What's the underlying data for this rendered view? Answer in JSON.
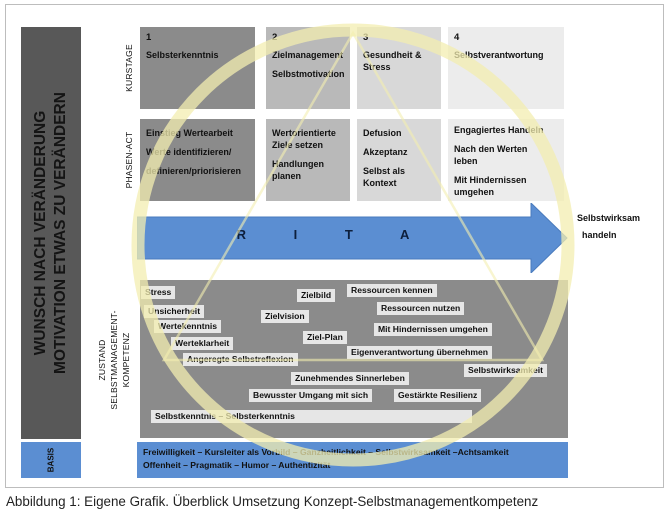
{
  "left_panel": {
    "line1": "WUNSCH NACH VERÄNDERUNG",
    "line2": "MOTIVATION ETWAS ZU VERÄNDERN"
  },
  "basis_label": "BASIS",
  "row_labels": {
    "kurstage": "KURSTAGE",
    "phasen": "PHASEN-ACT",
    "zustand_line1": "ZUSTAND",
    "zustand_line2": "SELBSTMANAGEMENT-",
    "zustand_line3": "KOMPETENZ"
  },
  "kurstage": [
    {
      "num": "1",
      "title": "Selbsterkenntnis"
    },
    {
      "num": "2",
      "title": "Zielmanagement",
      "title2": "Selbstmotivation"
    },
    {
      "num": "3",
      "title": "Gesundheit &",
      "title2": "Stress"
    },
    {
      "num": "4",
      "title": "Selbstverantwortung"
    }
  ],
  "phasen": [
    [
      "Einstieg Wertearbeit",
      "Werte identifizieren/",
      "definieren/priorisieren"
    ],
    [
      "Wertorientierte",
      "Ziele setzen",
      "Handlungen",
      "planen"
    ],
    [
      "Defusion",
      "Akzeptanz",
      "Selbst als",
      "Kontext"
    ],
    [
      "Engagiertes Handeln",
      "Nach den Werten",
      "leben",
      "Mit Hindernissen",
      "umgehen"
    ]
  ],
  "arrow_text": "R I T A",
  "outcome": {
    "line1": "Selbstwirksam",
    "line2": "handeln"
  },
  "zustand_tags": [
    "Stress",
    "Unsicherheit",
    "Wertekenntnis",
    "Werteklarheit",
    "Angeregte Selbstreflexion",
    "Zielbild",
    "Zielvision",
    "Ziel-Plan",
    "Ressourcen kennen",
    "Ressourcen nutzen",
    "Mit Hindernissen umgehen",
    "Eigenverantwortung übernehmen",
    "Zunehmendes Sinnerleben",
    "Selbstwirksamkeit",
    "Bewusster Umgang mit sich",
    "Gestärkte Resilienz",
    "Selbstkenntnis – Selbsterkenntnis"
  ],
  "basis": {
    "line1": "Freiwilligkeit – Kursleiter als Vorbild – Ganzheitlichkeit – Selbstwirksamkeit –Achtsamkeit",
    "line2": "Offenheit – Pragmatik – Humor – Authentizität"
  },
  "caption": "Abbildung 1: Eigene Grafik. Überblick Umsetzung Konzept-Selbstmanagementkompetenz",
  "colors": {
    "arrow": "#5b8ed2",
    "circle": "#f3eeb0",
    "dark_gray": "#585858"
  }
}
